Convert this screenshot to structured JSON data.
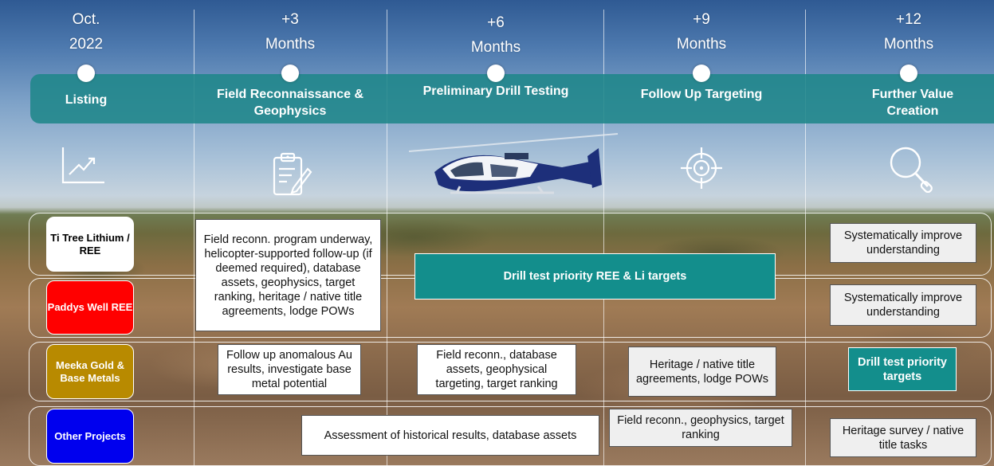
{
  "timeline": [
    {
      "num": "Oct.",
      "unit": "2022",
      "stage": "Listing"
    },
    {
      "num": "+3",
      "unit": "Months",
      "stage": "Field Reconnaissance & Geophysics"
    },
    {
      "num": "+6",
      "unit": "Months",
      "stage": "Preliminary Drill Testing"
    },
    {
      "num": "+9",
      "unit": "Months",
      "stage": "Follow Up Targeting"
    },
    {
      "num": "+12",
      "unit": "Months",
      "stage": "Further Value Creation"
    }
  ],
  "icons": [
    "line-chart-icon",
    "clipboard-icon",
    "helicopter-image",
    "target-icon",
    "magnifier-icon"
  ],
  "projects": [
    {
      "label": "Ti Tree Lithium / REE",
      "color": "#ffffff",
      "text_color": "#000000"
    },
    {
      "label": "Paddys Well REE",
      "color": "#ff0000",
      "text_color": "#ffffff"
    },
    {
      "label": "Meeka Gold & Base Metals",
      "color": "#b88a00",
      "text_color": "#ffffff"
    },
    {
      "label": "Other Projects",
      "color": "#0000ee",
      "text_color": "#ffffff"
    }
  ],
  "tasks": {
    "field_reconn_program": "Field reconn. program underway, helicopter-supported follow-up (if deemed required), database assets, geophysics, target ranking, heritage / native title agreements, lodge POWs",
    "drill_test_ree_li": "Drill test priority REE & Li targets",
    "ti_tree_improve": "Systematically improve understanding",
    "paddys_improve": "Systematically improve understanding",
    "meeka_follow_up": "Follow up anomalous Au results, investigate base metal potential",
    "meeka_field_reconn": "Field reconn., database assets, geophysical targeting, target ranking",
    "meeka_heritage": "Heritage / native title agreements, lodge POWs",
    "meeka_drill_test": "Drill test priority targets",
    "other_assessment": "Assessment of historical results, database assets",
    "other_field_reconn": "Field reconn., geophysics, target ranking",
    "other_heritage": "Heritage survey / native title tasks"
  },
  "colors": {
    "band": "#1f868a",
    "teal_box": "#138e8c"
  }
}
